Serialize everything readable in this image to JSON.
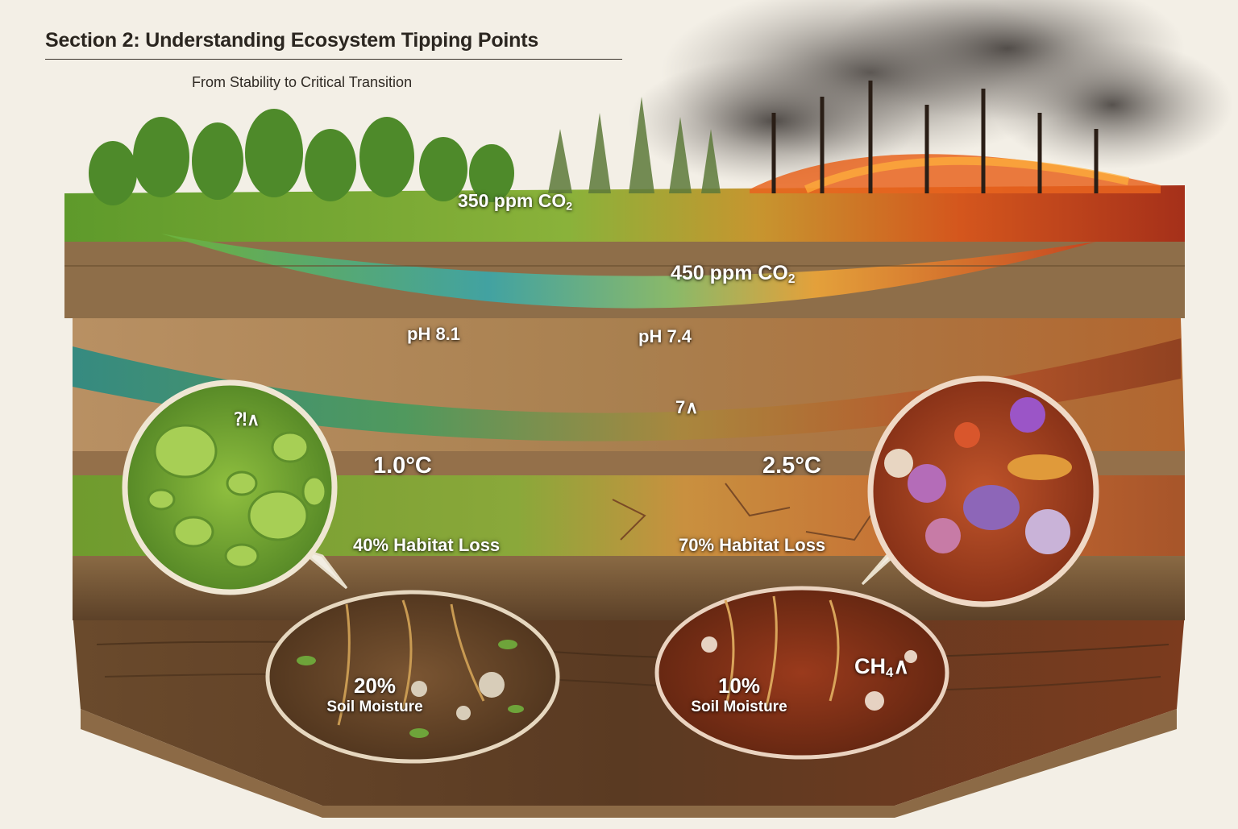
{
  "header": {
    "title": "Section 2: Understanding Ecosystem Tipping Points",
    "subtitle": "From Stability to Critical Transition"
  },
  "labels": {
    "co2_low_value": "350 ppm CO",
    "co2_low_sub": "2",
    "co2_high_value": "450 ppm CO",
    "co2_high_sub": "2",
    "ph_low": "pH 8.1",
    "ph_high": "pH 7.4",
    "mark_left": "⁈∧",
    "mark_right": "7∧",
    "temp_low": "1.0°C",
    "temp_high": "2.5°C",
    "habitat_low": "40% Habitat Loss",
    "habitat_high": "70% Habitat Loss",
    "moisture_low_pct": "20%",
    "moisture_low_label": "Soil Moisture",
    "moisture_high_pct": "10%",
    "moisture_high_label": "Soil Moisture",
    "methane_main": "CH",
    "methane_sub": "4",
    "methane_arrow": "∧"
  },
  "colors": {
    "healthy_green": "#5f9a2c",
    "water_teal": "#3fa3a0",
    "transition_orange": "#e0762a",
    "fire_red": "#b8321c",
    "soil_brown": "#6b4528"
  }
}
